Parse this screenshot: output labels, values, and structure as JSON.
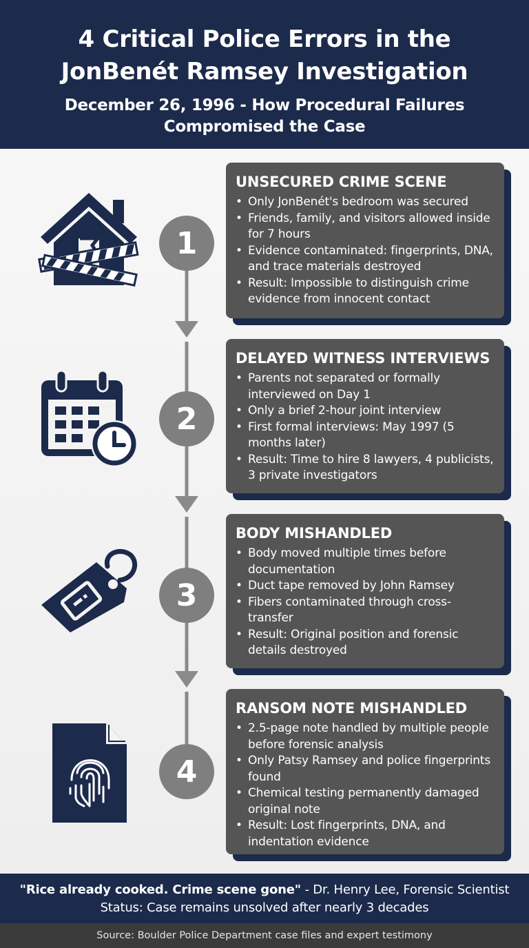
{
  "header": {
    "title_line1": "4 Critical Police Errors in the",
    "title_line2": "JonBenét Ramsey Investigation",
    "subtitle_line1": "December 26, 1996 - How Procedural Failures",
    "subtitle_line2": "Compromised the Case"
  },
  "colors": {
    "navy": "#1c2a4b",
    "card": "#555555",
    "circle": "#7f7f7f",
    "background": "#f1f1f1"
  },
  "steps": [
    {
      "number": "1",
      "icon": "house-crime-tape-icon",
      "title": "UNSECURED CRIME SCENE",
      "bullets": [
        "Only JonBenét's bedroom was secured",
        "Friends, family, and visitors allowed inside for 7 hours",
        "Evidence contaminated: fingerprints, DNA, and trace materials destroyed",
        "Result: Impossible to distinguish crime evidence from innocent contact"
      ]
    },
    {
      "number": "2",
      "icon": "calendar-clock-icon",
      "title": "DELAYED WITNESS INTERVIEWS",
      "bullets": [
        "Parents not separated or formally interviewed on Day 1",
        "Only a brief 2-hour joint interview",
        "First formal interviews: May 1997 (5 months later)",
        "Result: Time to hire 8 lawyers, 4 publicists, 3 private investigators"
      ]
    },
    {
      "number": "3",
      "icon": "evidence-tag-icon",
      "title": "BODY MISHANDLED",
      "bullets": [
        "Body moved multiple times before documentation",
        "Duct tape removed by John Ramsey",
        "Fibers contaminated through cross-transfer",
        "Result: Original position and forensic details destroyed"
      ]
    },
    {
      "number": "4",
      "icon": "fingerprint-document-icon",
      "title": "RANSOM NOTE MISHANDLED",
      "bullets": [
        "2.5-page note handled by multiple people before forensic analysis",
        "Only Patsy Ramsey and police fingerprints found",
        "Chemical testing permanently damaged original note",
        "Result: Lost fingerprints, DNA, and indentation evidence"
      ]
    }
  ],
  "footer": {
    "quote": "\"Rice already cooked. Crime scene gone\"",
    "attribution": " - Dr. Henry Lee, Forensic Scientist",
    "status": "Status: Case remains unsolved after nearly 3 decades",
    "source": "Source: Boulder Police Department case files and expert testimony"
  }
}
